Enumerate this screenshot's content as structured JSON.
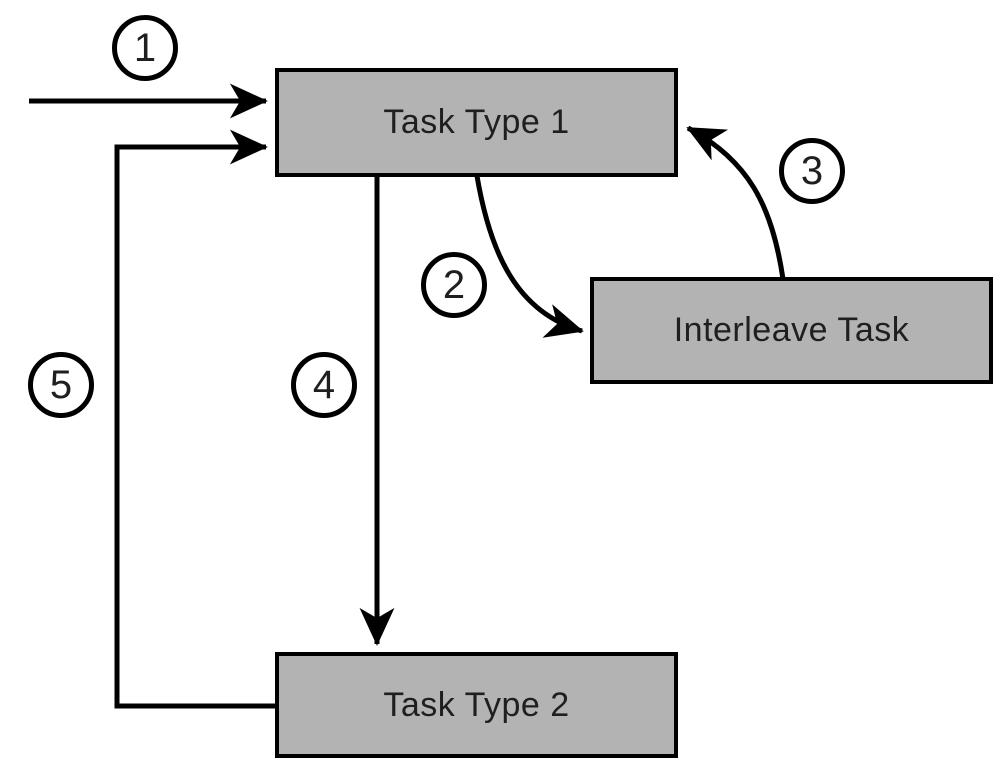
{
  "diagram": {
    "nodes": [
      {
        "label": "Task Type 1"
      },
      {
        "label": "Interleave Task"
      },
      {
        "label": "Task Type 2"
      }
    ],
    "steps": [
      "1",
      "2",
      "3",
      "4",
      "5"
    ],
    "colors": {
      "background": "#ffffff",
      "node_fill": "#b3b3b3",
      "node_stroke": "#000000",
      "line": "#000000",
      "text": "#1f1f1f"
    }
  }
}
